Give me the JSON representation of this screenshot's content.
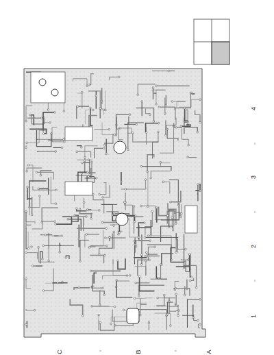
{
  "diagram": {
    "labels": [
      "4",
      "3",
      "2",
      "1",
      "C",
      "B",
      "A"
    ]
  }
}
